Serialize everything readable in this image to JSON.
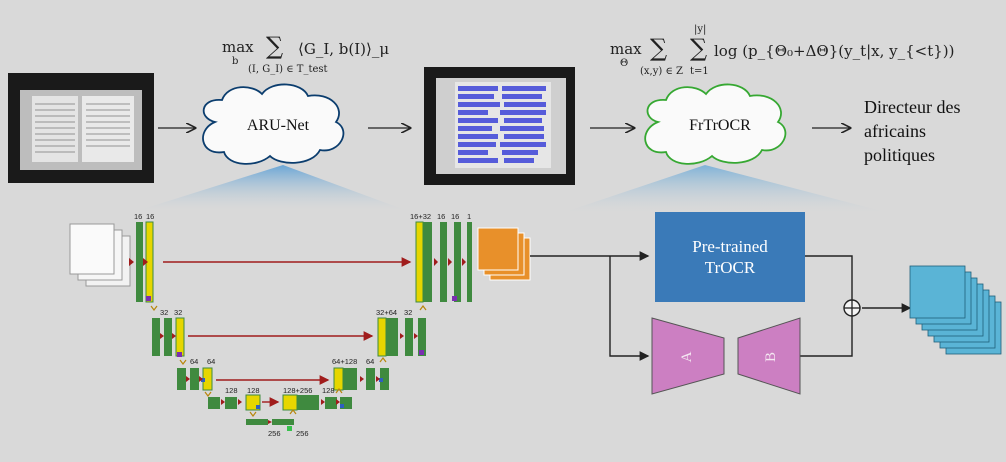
{
  "formula_left": {
    "operator": "max",
    "operator_sub": "b",
    "sum_sub": "(I, G_I) ∈ T_test",
    "body": "⟨G_I, b(I)⟩_μ"
  },
  "formula_right": {
    "operator": "max",
    "operator_sub": "Θ",
    "sum1_sub": "(x,y) ∈ Z",
    "sum2_sup": "|y|",
    "sum2_sub": "t=1",
    "body": "log (p_{Θ₀+ΔΘ}(y_t|x, y_{<t}))"
  },
  "nodes": {
    "arunet": "ARU-Net",
    "frtrocr": "FrTrOCR",
    "pretrained_line1": "Pre-trained",
    "pretrained_line2": "TrOCR",
    "adapter_a": "A",
    "adapter_b": "B"
  },
  "output_text": [
    "Directeur des",
    "africains",
    "politiques"
  ],
  "unet_channel_labels": {
    "l1_enc": [
      "16",
      "16"
    ],
    "l1_dec": [
      "16+32",
      "16",
      "16",
      "1"
    ],
    "l2_enc": [
      "32",
      "32"
    ],
    "l2_dec": [
      "32+64",
      "32"
    ],
    "l3_enc": [
      "64",
      "64"
    ],
    "l3_dec": [
      "64+128",
      "64"
    ],
    "l4_enc": [
      "128",
      "128"
    ],
    "l4_dec": [
      "128+256",
      "128"
    ],
    "l5": [
      "256",
      "256"
    ]
  },
  "colors": {
    "arunet_cloud": "#0b3d6e",
    "frtrocr_cloud": "#36a832",
    "trocr_box": "#3a7ab8",
    "adapter": "#cc7fc2",
    "feature_green": "#3f8a3f",
    "feature_yellow": "#e6d600",
    "skip_arrow": "#a01c1c",
    "output_stack": "#5ab4d6",
    "orange_map": "#e8902a"
  }
}
